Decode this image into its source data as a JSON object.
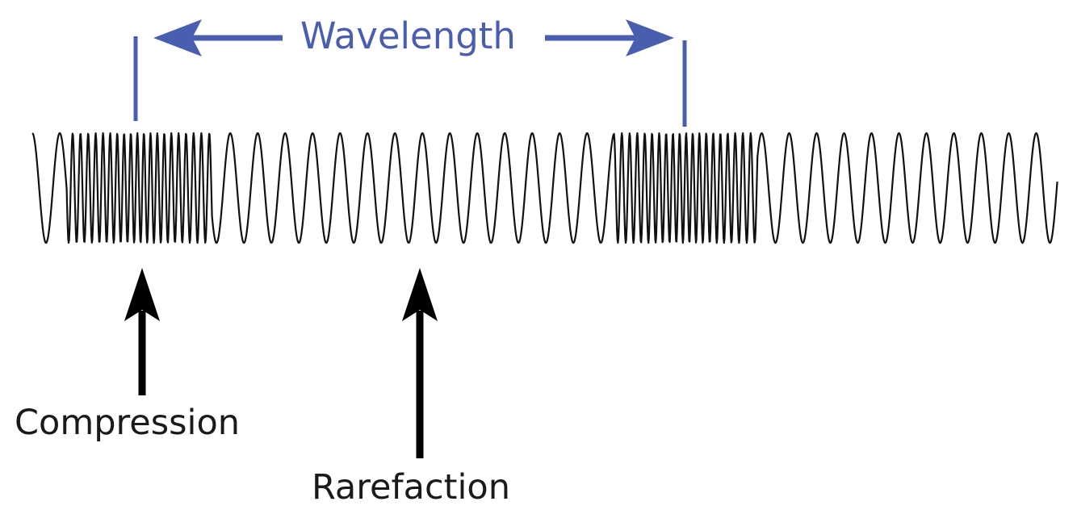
{
  "labels": {
    "wavelength": "Wavelength",
    "compression": "Compression",
    "rarefaction": "Rarefaction"
  },
  "colors": {
    "wavelength_marker": "#4a5eb0",
    "wave": "#111111",
    "pointer_arrow": "#000000",
    "background": "#ffffff"
  }
}
